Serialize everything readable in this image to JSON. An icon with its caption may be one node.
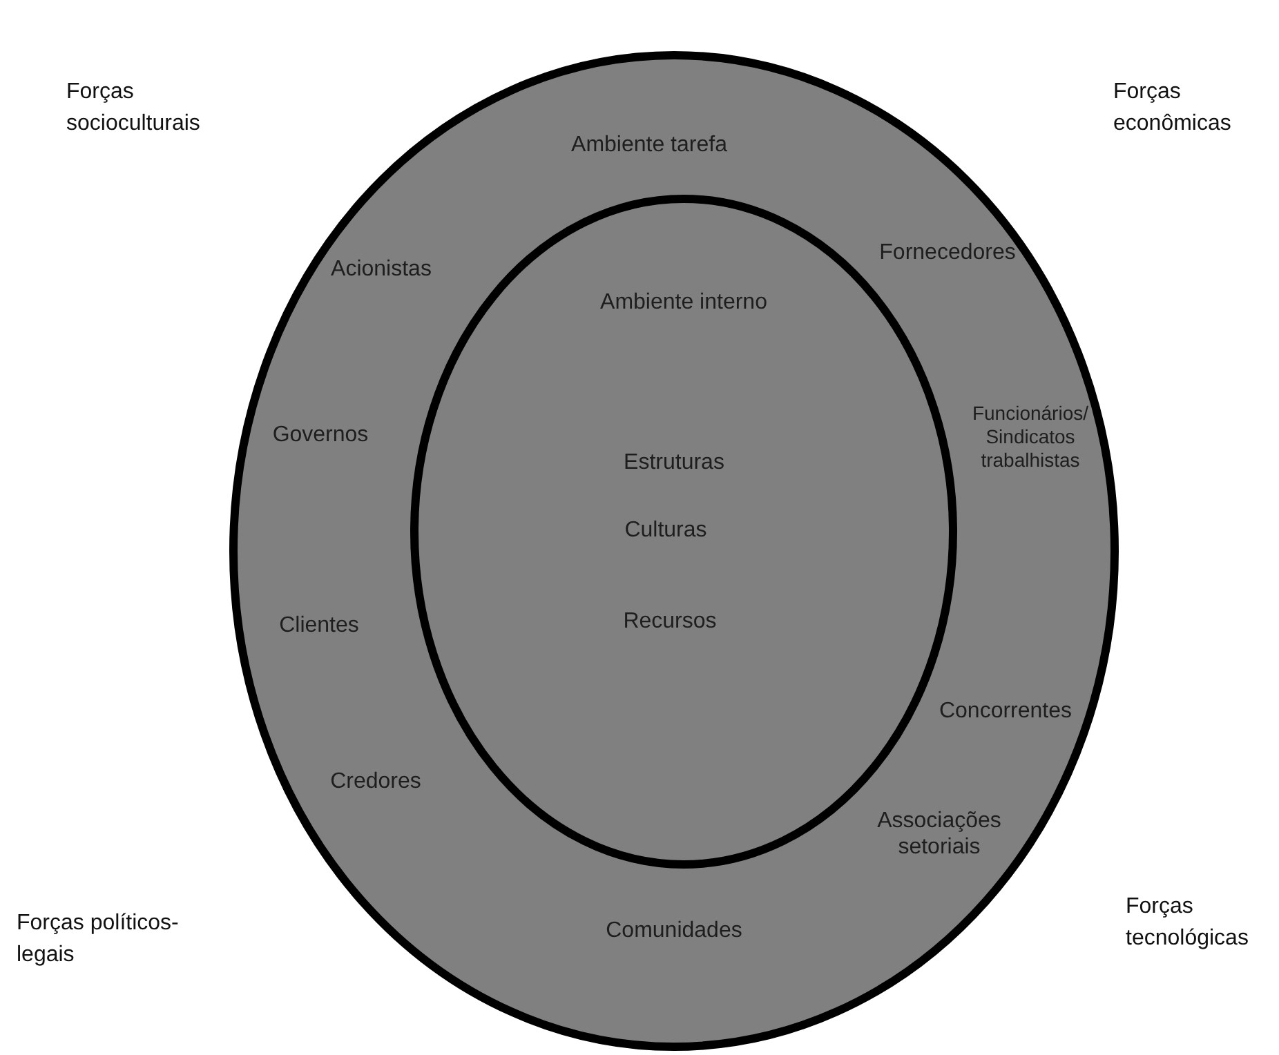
{
  "diagram": {
    "nodes": [
      {
        "text": [
          "Ambiente tarefa",
          "Acionistas",
          "Governos",
          "Clientes",
          "Credores",
          "Comunidades",
          "Fornecedores",
          "Funcionários/ Sindicatos trabalhistas",
          "Concorrentes",
          "Associações setoriais"
        ]
      },
      {
        "text": [
          "Ambiente interno",
          "Estruturas",
          "Culturas",
          "Recursos"
        ],
        "in": 0
      }
    ],
    "edges": [],
    "labels": [
      "Forças socioculturais",
      "Forças econômicas",
      "Forças políticos-legais",
      "Forças tecnológicas"
    ]
  }
}
